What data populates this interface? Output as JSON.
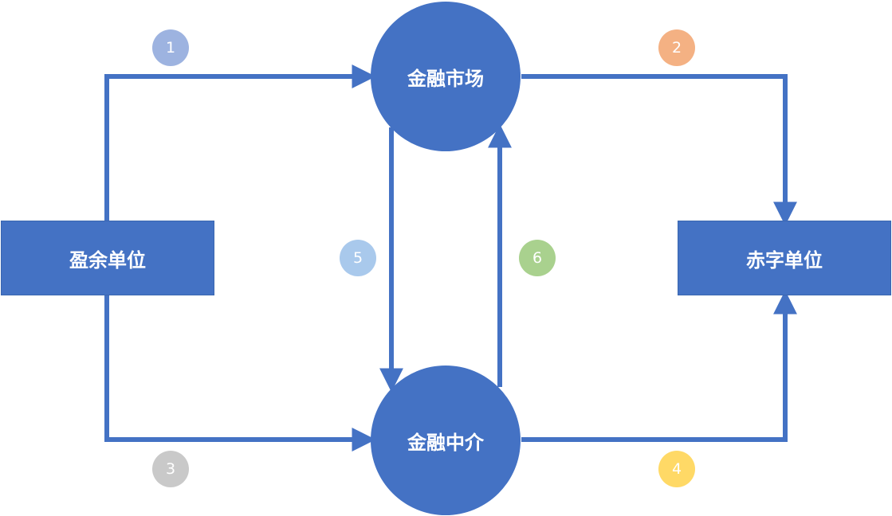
{
  "colors": {
    "node": "#4472c4",
    "arrow": "#4472c4",
    "badge_1": "#9db3e0",
    "badge_2": "#f4b183",
    "badge_3": "#c9c9c9",
    "badge_4": "#ffd966",
    "badge_5": "#a9c9ec",
    "badge_6": "#a9d18e"
  },
  "nodes": {
    "surplus_unit": "盈余单位",
    "deficit_unit": "赤字单位",
    "financial_market": "金融市场",
    "financial_intermediary": "金融中介"
  },
  "badges": {
    "b1": "1",
    "b2": "2",
    "b3": "3",
    "b4": "4",
    "b5": "5",
    "b6": "6"
  }
}
